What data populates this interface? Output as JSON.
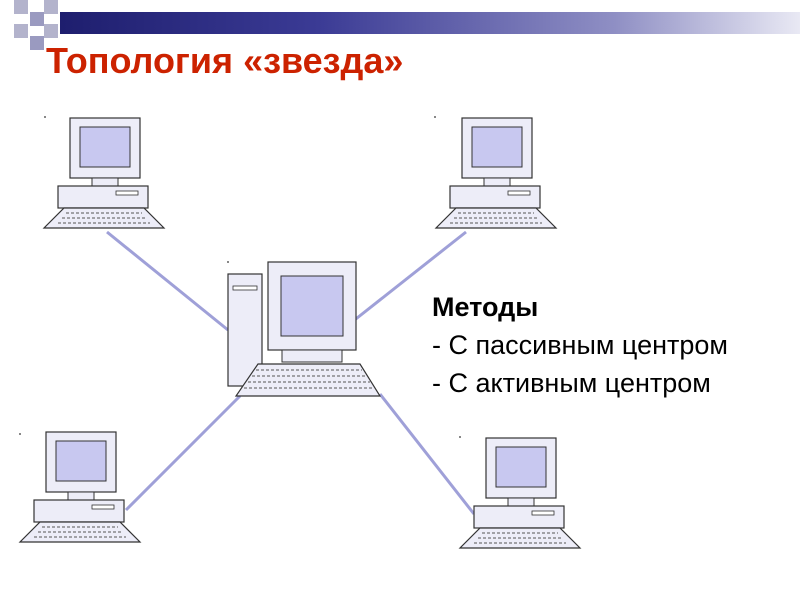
{
  "slide": {
    "title": "Топология «звезда»",
    "accent_color": "#cc2200",
    "bar_color": "#2a2a7e"
  },
  "diagram": {
    "topology": "star",
    "link_color": "#9fa0d8",
    "computer_fill": "#ededf8",
    "screen_fill": "#c8c8f0",
    "nodes": [
      {
        "id": "hub",
        "role": "center",
        "icon": "desktop-tower-icon"
      },
      {
        "id": "workstation-1",
        "role": "terminal",
        "icon": "computer-icon"
      },
      {
        "id": "workstation-2",
        "role": "terminal",
        "icon": "computer-icon"
      },
      {
        "id": "workstation-3",
        "role": "terminal",
        "icon": "computer-icon"
      },
      {
        "id": "workstation-4",
        "role": "terminal",
        "icon": "computer-icon"
      }
    ]
  },
  "methods": {
    "heading": "Методы",
    "items": [
      "- С пассивным центром",
      "- С активным центром"
    ]
  }
}
